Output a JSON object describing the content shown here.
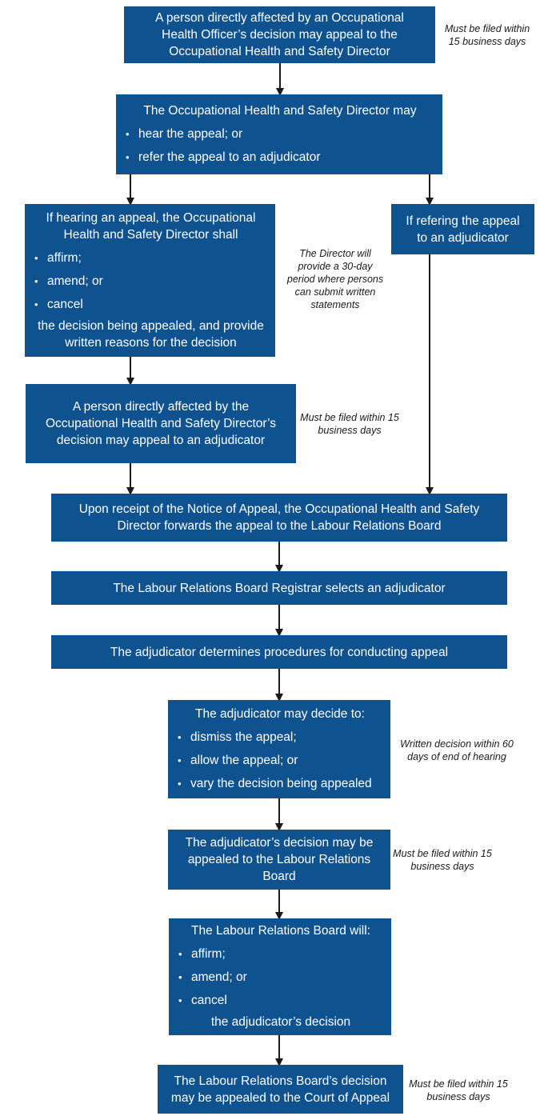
{
  "steps": {
    "s1": "A person directly affected by an Occupational Health Officer’s decision may appeal to the Occupational Health and Safety Director",
    "s2": {
      "title": "The Occupational Health and Safety Director may",
      "items": [
        "hear the appeal; or",
        "refer the appeal to an adjudicator"
      ]
    },
    "s3": {
      "title": "If hearing an appeal, the Occupational Health and Safety Director shall",
      "items": [
        "affirm;",
        "amend; or",
        "cancel"
      ],
      "tail": "the decision being appealed, and provide written reasons for the decision"
    },
    "s4": "If refering the appeal to an adjudicator",
    "s5": "A person directly affected by the Occupational Health and Safety Director’s decision may appeal to an adjudicator",
    "s6": "Upon receipt of the Notice of Appeal, the Occupational Health and Safety Director forwards the appeal to the Labour Relations Board",
    "s7": "The Labour Relations Board Registrar selects an adjudicator",
    "s8": "The adjudicator determines procedures for conducting appeal",
    "s9": {
      "title": "The adjudicator may decide to:",
      "items": [
        "dismiss the appeal;",
        "allow the appeal; or",
        "vary the decision being appealed"
      ]
    },
    "s10": "The adjudicator’s decision may be appealed to the Labour Relations Board",
    "s11": {
      "title": "The Labour Relations Board will:",
      "items": [
        "affirm;",
        "amend; or",
        "cancel"
      ],
      "tail": "the adjudicator’s decision"
    },
    "s12": "The Labour Relations Board’s decision may be appealed to the Court of Appeal"
  },
  "notes": {
    "n1": "Must be filed within 15 business days",
    "n2": "The Director will provide a 30-day period where persons can submit written statements",
    "n3": "Must be filed within 15 business days",
    "n4": "Written decision within 60 days of end of hearing",
    "n5": "Must be filed within 15 business days",
    "n6": "Must be filed within 15 business days"
  },
  "colors": {
    "box": "#0f5290",
    "text": "#ffffff",
    "arrow": "#1a1a1a"
  }
}
